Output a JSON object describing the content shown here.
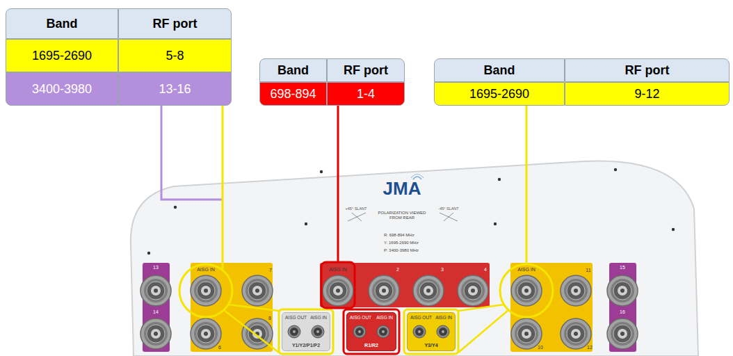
{
  "diagram": {
    "nodes": [
      {
        "text": [
          "AISG OUT",
          "AISG IN",
          "Y1/Y2/P1/P2"
        ]
      },
      {
        "text": [
          "AISG OUT",
          "AISG IN",
          "R1/R2"
        ]
      },
      {
        "text": [
          "AISG OUT",
          "AISG IN",
          "Y3/Y4"
        ]
      }
    ],
    "labels": [
      "Band",
      "RF port",
      "1695-2690",
      "5-8",
      "3400-3980",
      "13-16",
      "Band",
      "RF port",
      "698-894",
      "1-4",
      "Band",
      "RF port",
      "1695-2690",
      "9-12",
      "JMA",
      "+45° SLANT",
      "POLARIZATION VIEWED FROM REAR",
      "-45° SLANT",
      "R: 698-894 MHz",
      "Y: 1695-2690 MHz",
      "P: 3400-3980 MHz",
      "AISG IN",
      "AISG IN",
      "AISG IN",
      "13",
      "7",
      "2",
      "3",
      "4",
      "11",
      "15",
      "14",
      "6",
      "8",
      "10",
      "12",
      "16"
    ]
  }
}
